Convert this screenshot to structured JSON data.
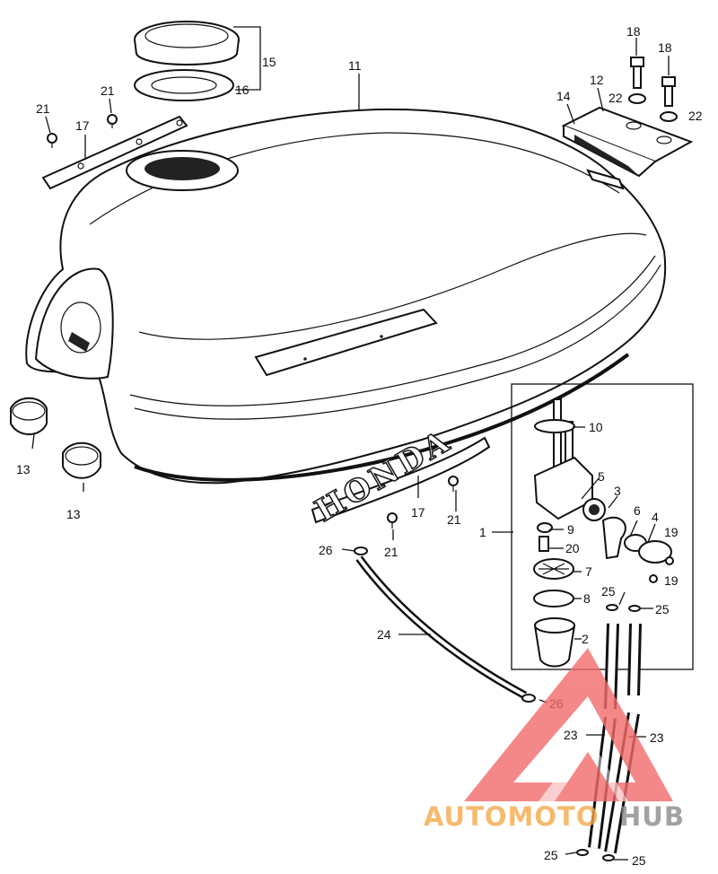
{
  "callouts": {
    "c1": "1",
    "c2": "2",
    "c3": "3",
    "c4": "4",
    "c5": "5",
    "c6": "6",
    "c7": "7",
    "c8": "8",
    "c9": "9",
    "c10": "10",
    "c11": "11",
    "c12": "12",
    "c13a": "13",
    "c13b": "13",
    "c14": "14",
    "c15": "15",
    "c16": "16",
    "c17a": "17",
    "c17b": "17",
    "c18a": "18",
    "c18b": "18",
    "c19a": "19",
    "c19b": "19",
    "c20": "20",
    "c21a": "21",
    "c21b": "21",
    "c21c": "21",
    "c21d": "21",
    "c22a": "22",
    "c22b": "22",
    "c23a": "23",
    "c23b": "23",
    "c24": "24",
    "c25a": "25",
    "c25b": "25",
    "c25c": "25",
    "c25d": "25",
    "c26a": "26",
    "c26b": "26"
  },
  "emblem_text": "HONDA",
  "watermark": {
    "part1": "AUTOMOTO",
    "part2": "HUB",
    "color_primary": "#f5a94a",
    "color_secondary": "#8c8c8c",
    "triangle_color": "#f26b6b"
  }
}
